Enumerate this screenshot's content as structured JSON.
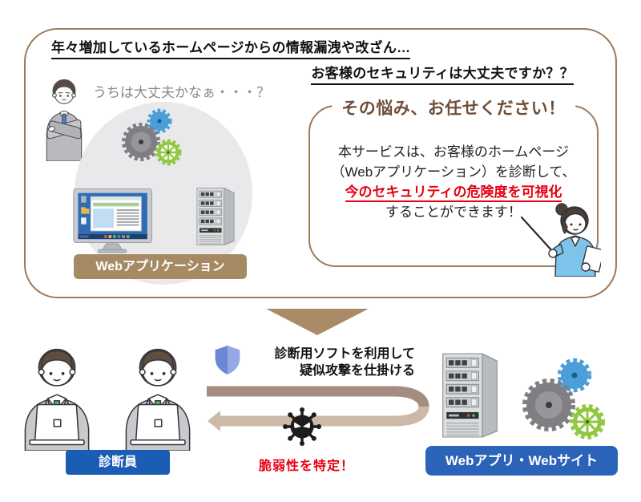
{
  "top_panel": {
    "headline1": "年々増加しているホームページからの情報漏洩や改ざん…",
    "headline2": "お客様のセキュリティは大丈夫ですか？？",
    "thought_text": "うちは大丈夫かなぁ・・・？",
    "web_app_label": "Webアプリケーション",
    "bubble": {
      "title": "その悩み、お任せください！",
      "body_line1": "本サービスは、お客様のホームページ",
      "body_line2": "（Webアプリケーション）を診断して、",
      "body_highlight": "今のセキュリティの危険度を可視化",
      "body_line3": "することができます！"
    }
  },
  "flow": {
    "diagnostician_label": "診断員",
    "attack_line1": "診断用ソフトを利用して",
    "attack_line2": "疑似攻撃を仕掛ける",
    "vulnerability_text": "脆弱性を特定！",
    "target_label": "Webアプリ・Webサイト"
  },
  "icons": {
    "shield": "shield-icon",
    "virus": "virus-icon",
    "gears": "gears-icon",
    "server": "server-icon",
    "monitor": "monitor-icon",
    "down_arrow": "down-arrow-icon",
    "loop_arrow": "loop-arrow-icon"
  },
  "colors": {
    "panel_border_brown": "#9d7a5a",
    "arrow_brown": "#ab8a67",
    "arrow_return_tan": "#cdb9a8",
    "bubble_title_brown": "#6f4e39",
    "alert_red": "#e60012",
    "label_blue": "#1b5cb4",
    "target_label_blue": "#2a63b8",
    "label_brown": "#a58a64",
    "thought_gray": "#8a8a8a",
    "gear_blue": "#4b9ed7",
    "gear_gray": "#7f7f83",
    "gear_green": "#93c643",
    "shield_blue": "#7b90da",
    "circle_gray": "#e9e9eb"
  }
}
